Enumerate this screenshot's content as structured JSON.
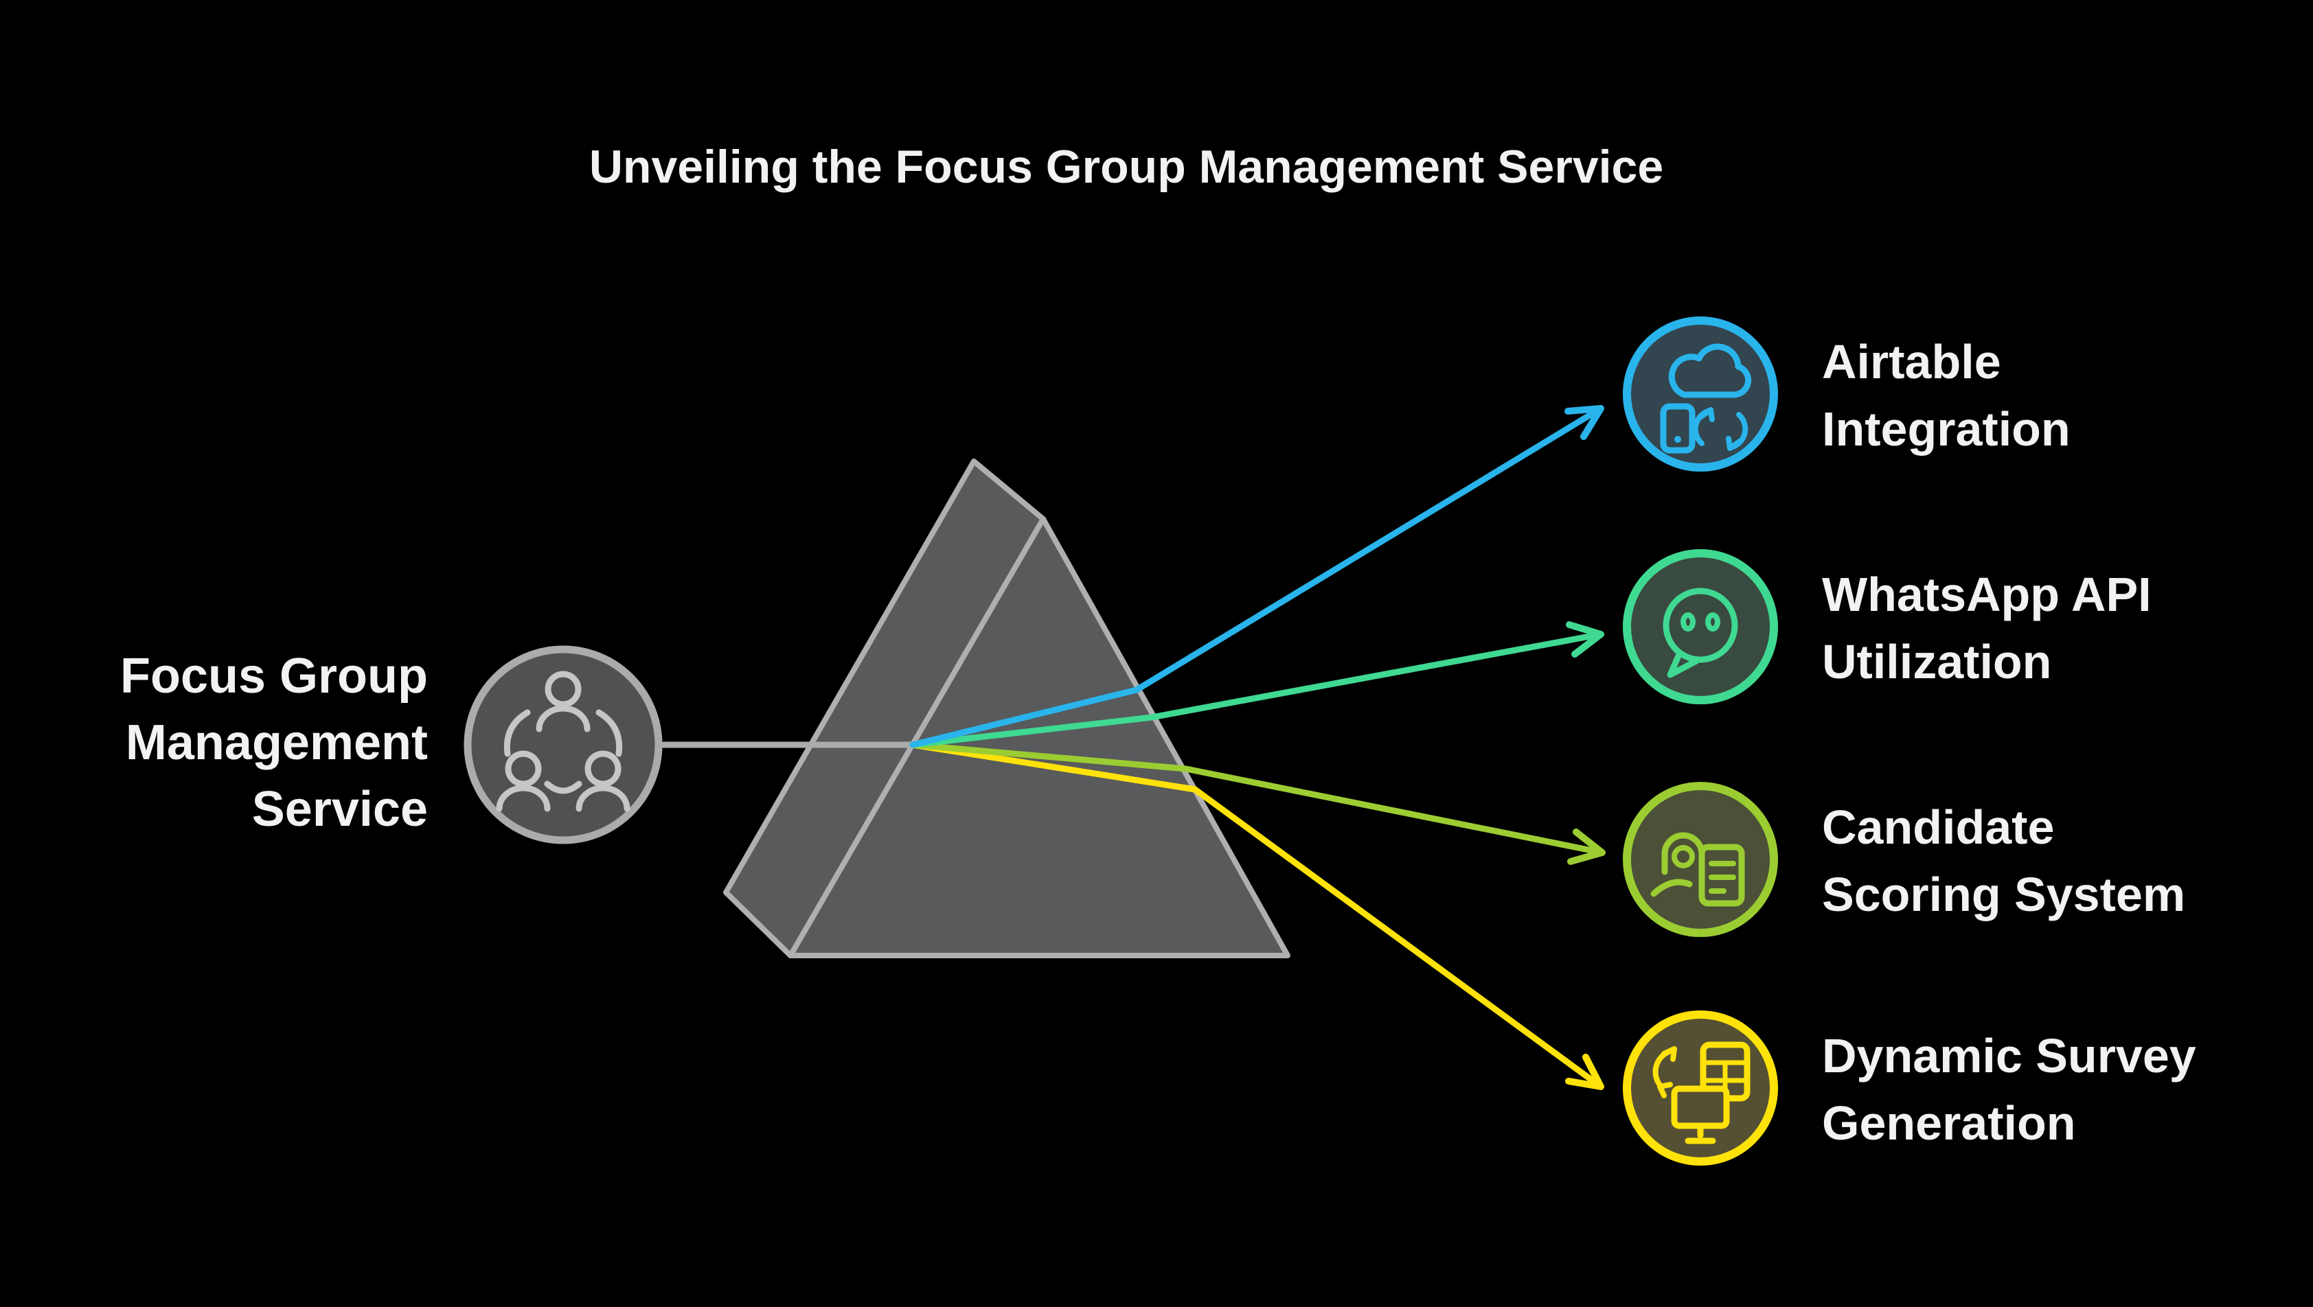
{
  "title": "Unveiling the Focus Group Management Service",
  "colors": {
    "background": "#000000",
    "text": "#F2F2F2"
  },
  "source": {
    "label_lines": [
      "Focus Group",
      "Management",
      "Service"
    ],
    "icon": "focus-group-icon",
    "ring_color": "#ABABAB",
    "fill_color": "#515153",
    "icon_color": "#C6C6C6"
  },
  "connector": {
    "color": "#ABABAB"
  },
  "prism": {
    "fill": "#595A5C",
    "stroke": "#AFAFB0"
  },
  "features": [
    {
      "label_lines": [
        "Airtable",
        "Integration"
      ],
      "color": "#29B4EC",
      "fill_color": "#33454F",
      "icon": "cloud-device-sync-icon"
    },
    {
      "label_lines": [
        "WhatsApp API",
        "Utilization"
      ],
      "color": "#3FD992",
      "fill_color": "#394A40",
      "icon": "chat-bubble-icon"
    },
    {
      "label_lines": [
        "Candidate",
        "Scoring System"
      ],
      "color": "#9BCD32",
      "fill_color": "#4B5037",
      "icon": "person-document-icon"
    },
    {
      "label_lines": [
        "Dynamic Survey",
        "Generation"
      ],
      "color": "#FFE20A",
      "fill_color": "#555033",
      "icon": "table-monitor-sync-icon"
    }
  ]
}
